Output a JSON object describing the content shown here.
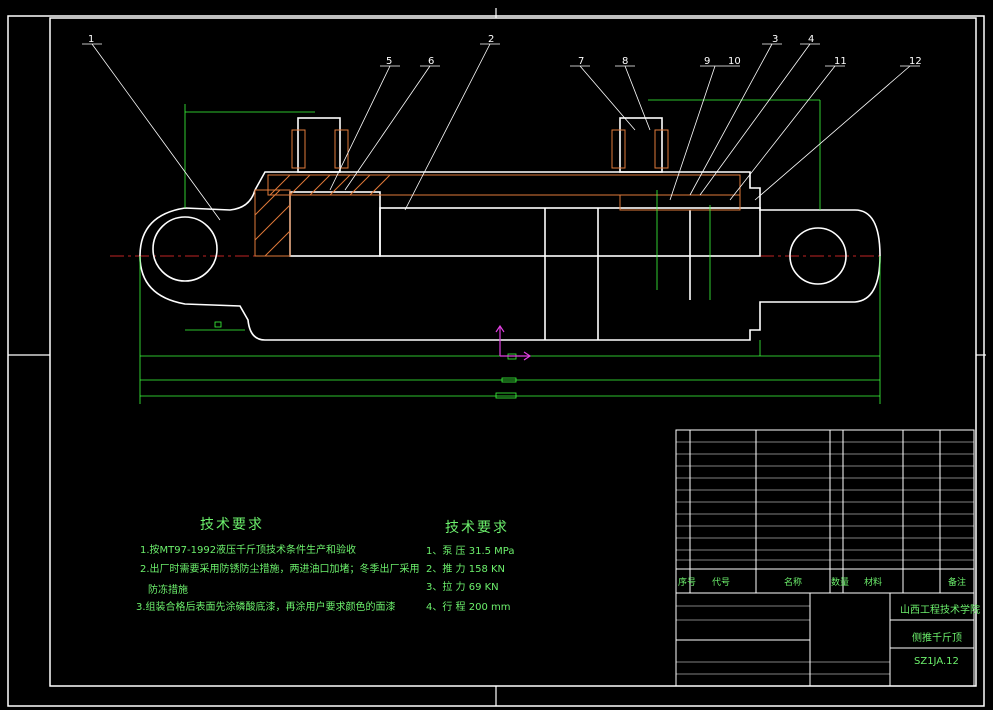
{
  "balloons": [
    "1",
    "5",
    "6",
    "2",
    "7",
    "8",
    "9",
    "10",
    "3",
    "4",
    "11",
    "12"
  ],
  "tech_left": {
    "title": "技术要求",
    "lines": [
      "1.按MT97-1992液压千斤顶技术条件生产和验收",
      "2.出厂时需要采用防锈防尘措施，两进油口加堵；冬季出厂采用",
      "防冻措施",
      "3.组装合格后表面先涂磷酸底漆，再涂用户要求颜色的面漆"
    ]
  },
  "tech_right": {
    "title": "技术要求",
    "lines": [
      "1、泵    压  31.5 MPa",
      "2、推    力  158 KN",
      "3、拉    力  69  KN",
      "4、行    程  200  mm"
    ]
  },
  "title_block": {
    "col_seq": "序号",
    "col_code": "代号",
    "col_name": "名称",
    "col_qty": "数量",
    "col_material": "材料",
    "col_remark": "备注",
    "school": "山西工程技术学院",
    "part_name": "侧推千斤顶",
    "drawing_no": "SZ1JA.12"
  }
}
